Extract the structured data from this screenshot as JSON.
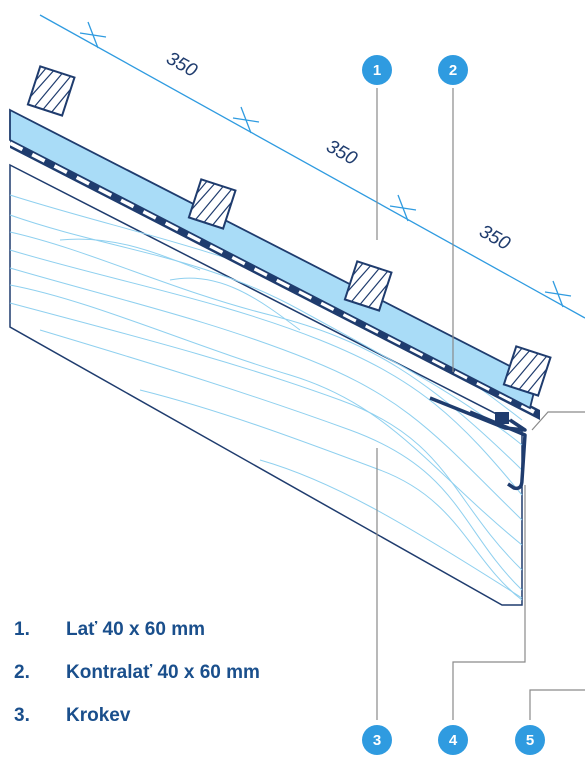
{
  "colors": {
    "dimension": "#2f9be0",
    "outline": "#1f3c6e",
    "membrane": "#a9dcf7",
    "badge": "#2f9be0",
    "legend": "#1a4f8c",
    "grain": "#8fd0ef"
  },
  "dimensions": [
    "350",
    "350",
    "350"
  ],
  "badges": [
    "1",
    "2",
    "3",
    "4",
    "5"
  ],
  "legend": [
    {
      "number": "1.",
      "label": "Lať 40 x 60 mm"
    },
    {
      "number": "2.",
      "label": "Kontralať 40 x 60 mm"
    },
    {
      "number": "3.",
      "label": "Krokev"
    }
  ]
}
